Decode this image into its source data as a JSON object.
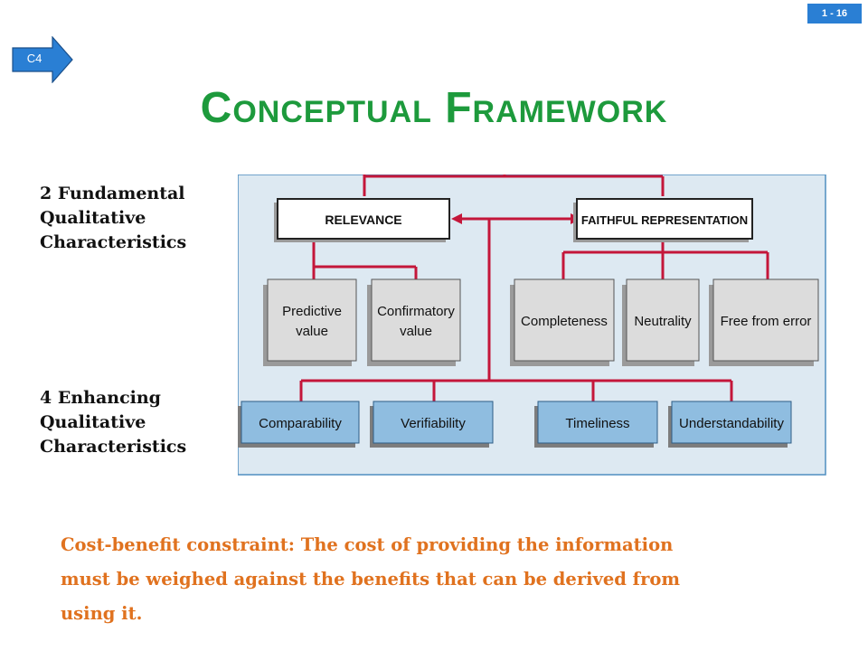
{
  "slide_number": "1 - 16",
  "badge": "C4",
  "title": "Conceptual Framework",
  "fundamental_label": [
    "2 Fundamental",
    "Qualitative",
    "Characteristics"
  ],
  "enhancing_label": [
    "4 Enhancing",
    "Qualitative",
    "Characteristics"
  ],
  "diagram": {
    "relevance": "RELEVANCE",
    "faithful": "FAITHFUL REPRESENTATION",
    "predictive": [
      "Predictive",
      "value"
    ],
    "confirmatory": [
      "Confirmatory",
      "value"
    ],
    "completeness": "Completeness",
    "neutrality": "Neutrality",
    "free_from_error": "Free from error",
    "comparability": "Comparability",
    "verifiability": "Verifiability",
    "timeliness": "Timeliness",
    "understandability": "Understandability"
  },
  "colors": {
    "connector": "#c4163a",
    "title": "#1d9a3c",
    "note": "#e0721f",
    "badge": "#2a7fd4",
    "diagram_bg": "#dde9f2",
    "enhancing_box": "#8fbde0"
  },
  "note_lines": [
    "Cost-benefit constraint:  The cost of providing the information",
    "must be weighed against the benefits that can be derived from",
    "using it."
  ]
}
